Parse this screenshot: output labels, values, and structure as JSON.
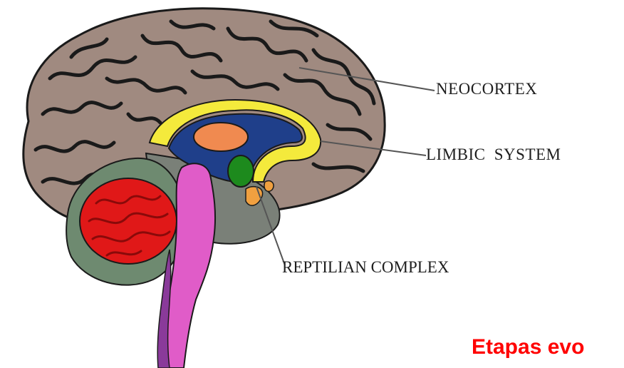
{
  "labels": {
    "neocortex": "NEOCORTEX",
    "limbic": "LIMBIC  SYSTEM",
    "reptilian": "REPTILIAN COMPLEX"
  },
  "caption": "Etapas evo",
  "colors": {
    "cortex": "#a08a80",
    "sulci": "#1a1a1a",
    "limbic_ring": "#f4ea3c",
    "thalamus": "#f08a50",
    "limbic_inner": "#1f3f8a",
    "amygdala": "#1d8a1d",
    "cerebellum": "#e01818",
    "brainstem": "#e05cc8",
    "reptilian_region": "#7a8078",
    "lower_region": "#6e8a70",
    "caption_color": "#ff0000"
  }
}
